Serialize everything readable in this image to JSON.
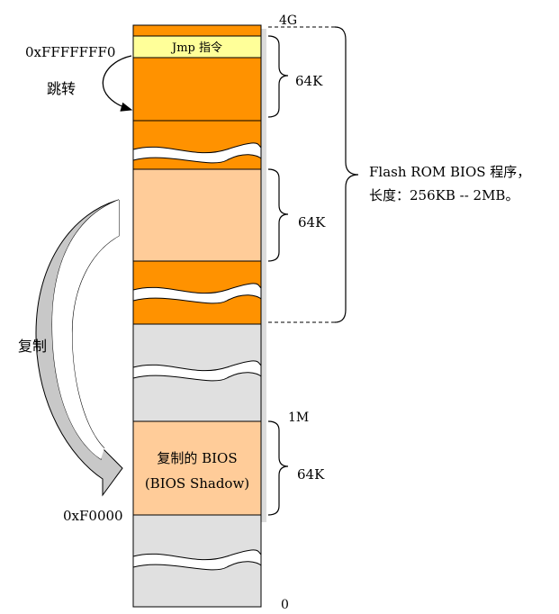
{
  "labels": {
    "top_address": "0xFFFFFFF0",
    "jump": "跳转",
    "jmp_instruction": "Jmp 指令",
    "mark_4g": "4G",
    "size_top": "64K",
    "size_mid": "64K",
    "flash_desc_line1": "Flash ROM BIOS 程序，",
    "flash_desc_line2": "长度：256KB -- 2MB。",
    "copy": "复制",
    "mark_1m": "1M",
    "shadow_line1": "复制的 BIOS",
    "shadow_line2": "(BIOS Shadow)",
    "size_shadow": "64K",
    "shadow_address": "0xF0000",
    "mark_0": "0"
  },
  "colors": {
    "orange": "#FF9200",
    "peach": "#FFCC99",
    "yellow": "#FFFF99",
    "gray": "#E0E0E0",
    "arrow_fill": "#C8C8C8"
  }
}
